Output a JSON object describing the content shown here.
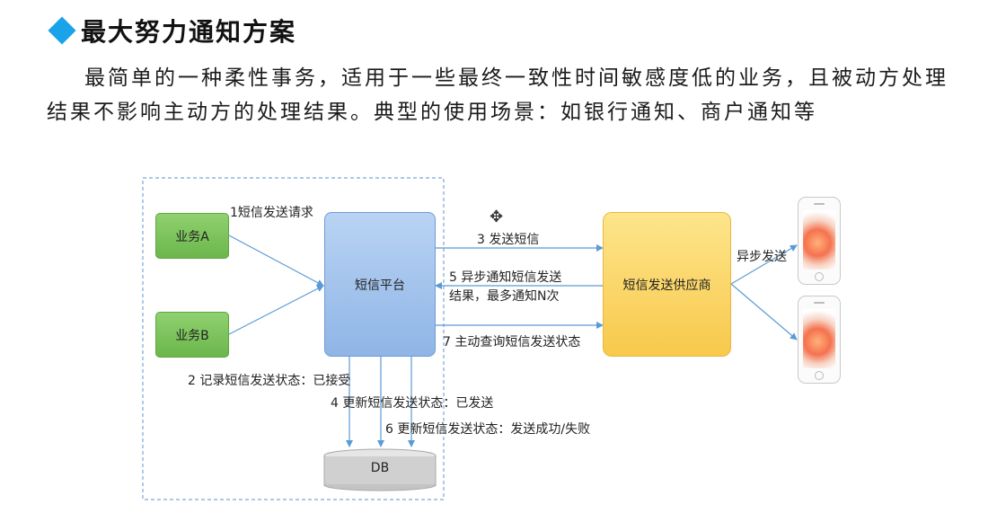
{
  "title": "最大努力通知方案",
  "paragraph": "最简单的一种柔性事务，适用于一些最终一致性时间敏感度低的业务，且被动方处理结果不影响主动方的处理结果。典型的使用场景：如银行通知、商户通知等",
  "diagram": {
    "business_a": "业务A",
    "business_b": "业务B",
    "sms_platform": "短信平台",
    "provider": "短信发送供应商",
    "db": "DB",
    "step1": "1短信发送请求",
    "step2": "2 记录短信发送状态：已接受",
    "step3": "3 发送短信",
    "step4": "4 更新短信发送状态：已发送",
    "step5_line1": "5 异步通知短信发送",
    "step5_line2": "结果，最多通知N次",
    "step6": "6 更新短信发送状态：发送成功/失败",
    "step7": "7 主动查询短信发送状态",
    "async_send": "异步发送"
  },
  "colors": {
    "bullet": "#1aa3e8",
    "business": "#7cc35a",
    "platform": "#a6c6ee",
    "provider": "#fbd766",
    "db": "#d0d0d0",
    "arrow": "#5b9bd5",
    "dashed_border": "#7aa8d8"
  },
  "icons": [
    "diamond-bullet-icon",
    "phone-icon",
    "cursor-icon"
  ]
}
